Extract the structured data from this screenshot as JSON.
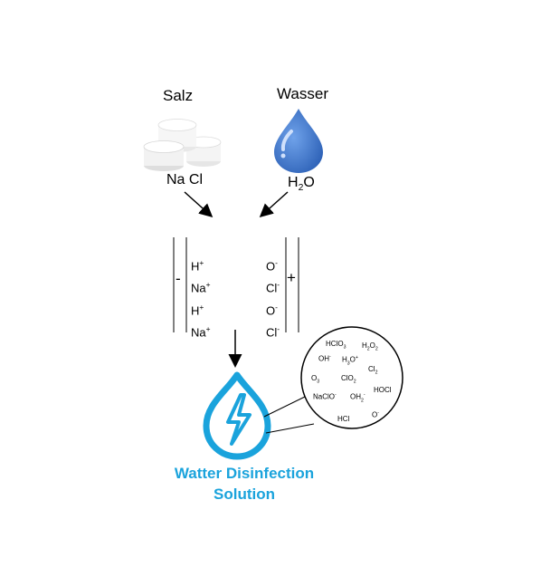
{
  "inputs": {
    "salt": {
      "label": "Salz",
      "formula": "Na Cl"
    },
    "water": {
      "label": "Wasser",
      "formula_main": "H",
      "formula_sub": "2",
      "formula_tail": "O"
    }
  },
  "cell": {
    "negative_sign": "-",
    "positive_sign": "+",
    "left_ions": [
      {
        "base": "H",
        "charge": "+"
      },
      {
        "base": "Na",
        "charge": "+"
      },
      {
        "base": "H",
        "charge": "+"
      },
      {
        "base": "Na",
        "charge": "+"
      }
    ],
    "right_ions": [
      {
        "base": "O",
        "charge": "-"
      },
      {
        "base": "Cl",
        "charge": "-"
      },
      {
        "base": "O",
        "charge": "-"
      },
      {
        "base": "Cl",
        "charge": "-"
      }
    ]
  },
  "molecules": [
    {
      "a": "HClO",
      "b": "3",
      "c": "",
      "d": ""
    },
    {
      "a": "H",
      "b": "2",
      "c": "O",
      "d": "2"
    },
    {
      "a": "OH",
      "b": "",
      "c": "",
      "sup": "-"
    },
    {
      "a": "H",
      "b": "3",
      "c": "O",
      "sup": "+"
    },
    {
      "a": "Cl",
      "b": "2",
      "c": "",
      "d": ""
    },
    {
      "a": "O",
      "b": "3",
      "c": "",
      "d": ""
    },
    {
      "a": "ClO",
      "b": "2",
      "c": "",
      "d": ""
    },
    {
      "a": "HOCl",
      "b": "",
      "c": "",
      "d": ""
    },
    {
      "a": "NaClO",
      "b": "",
      "c": "",
      "sup": "-"
    },
    {
      "a": "OH",
      "b": "2",
      "c": "",
      "sup": "-"
    },
    {
      "a": "HCl",
      "b": "",
      "c": "",
      "d": ""
    },
    {
      "a": "O",
      "b": "",
      "c": "",
      "sup": "-"
    }
  ],
  "output": {
    "title_line1": "Watter Disinfection",
    "title_line2": "Solution"
  },
  "colors": {
    "water_drop": "#3f7ad0",
    "output_blue": "#1aa3dc"
  },
  "icons": [
    "salt-tablets-icon",
    "water-drop-icon",
    "lightning-drop-icon"
  ]
}
